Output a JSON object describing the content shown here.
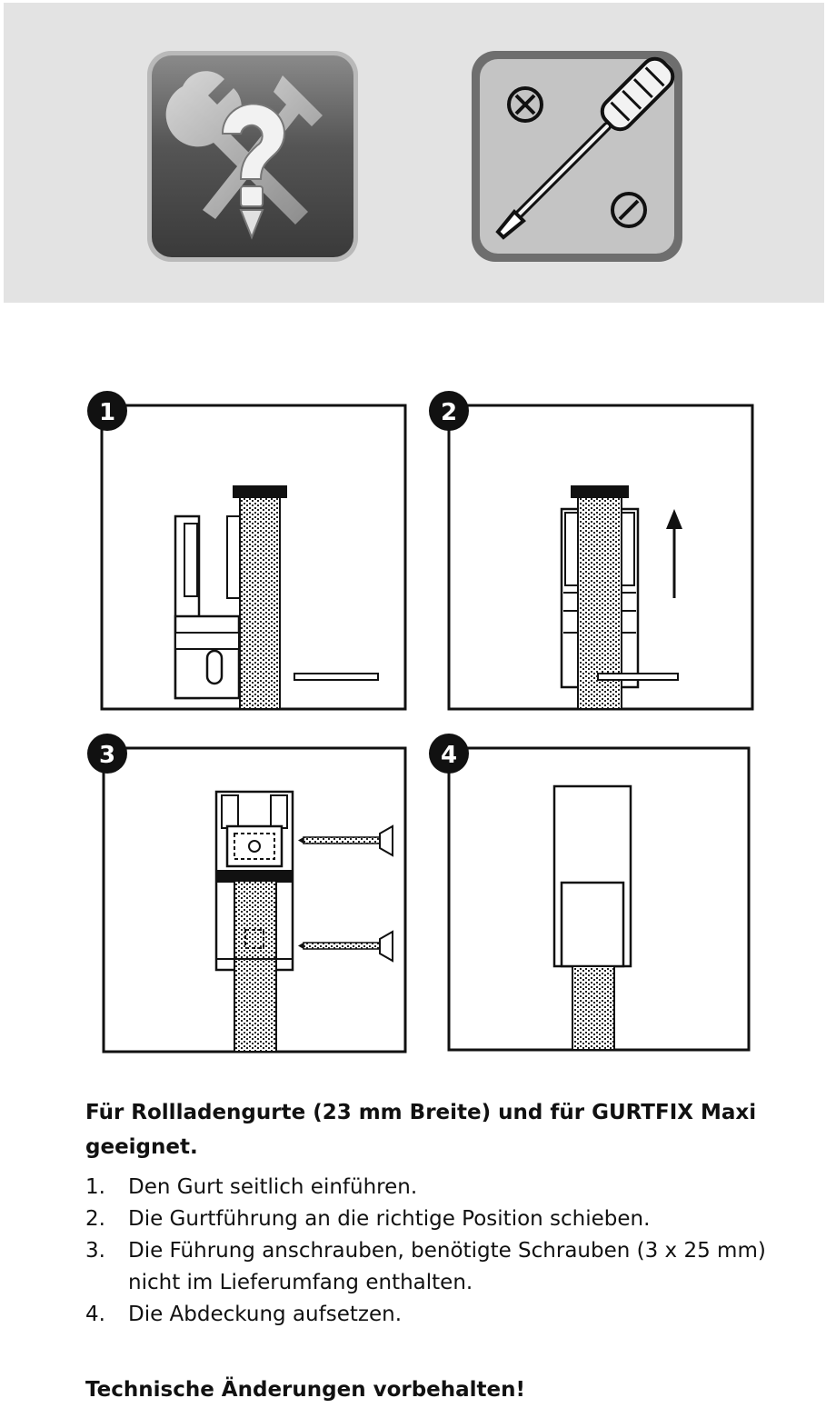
{
  "header": {
    "help_icon": "tools-question-icon",
    "screwdriver_icon": "screwdriver-icon"
  },
  "steps": [
    {
      "number": "1"
    },
    {
      "number": "2"
    },
    {
      "number": "3"
    },
    {
      "number": "4"
    }
  ],
  "text": {
    "intro": "Für Rollladengurte (23 mm Breite) und für GURTFIX Maxi geeignet.",
    "instructions": [
      {
        "number": "1.",
        "text": "Den Gurt seitlich einführen."
      },
      {
        "number": "2.",
        "text": "Die Gurtführung an die richtige Position schieben."
      },
      {
        "number": "3.",
        "text": "Die Führung anschrauben, benötigte Schrauben (3 x 25 mm) nicht im Lieferumfang enthalten."
      },
      {
        "number": "4.",
        "text": "Die Abdeckung aufsetzen."
      }
    ],
    "note": "Technische Änderungen vorbehalten!"
  },
  "colors": {
    "band": "#e3e3e3",
    "tile_dark": "#4a4a4a",
    "tile_light": "#c8c8c8",
    "ink": "#111111"
  }
}
